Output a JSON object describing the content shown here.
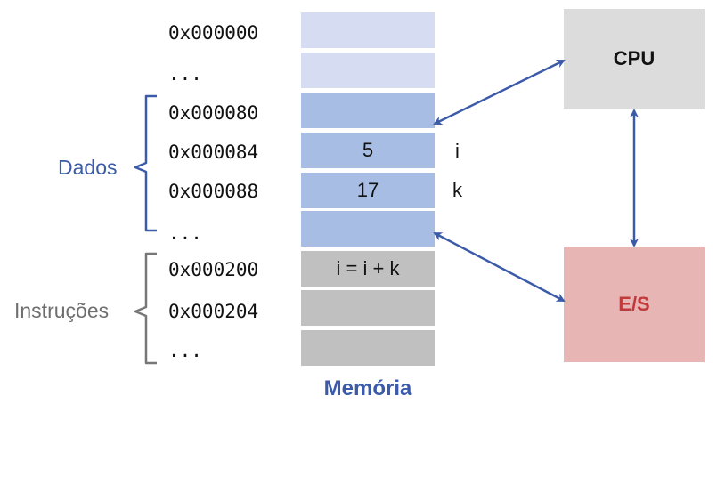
{
  "addresses": [
    "0x000000",
    "...",
    "0x000080",
    "0x000084",
    "0x000088",
    "...",
    "0x000200",
    "0x000204",
    "..."
  ],
  "memory_cells": [
    {
      "value": "",
      "color": "#d6dcf2"
    },
    {
      "value": "",
      "color": "#d6dcf2"
    },
    {
      "value": "",
      "color": "#a8bde3"
    },
    {
      "value": "5",
      "color": "#a8bde3"
    },
    {
      "value": "17",
      "color": "#a8bde3"
    },
    {
      "value": "",
      "color": "#a8bde3"
    },
    {
      "value": "i = i + k",
      "color": "#c0c0c0"
    },
    {
      "value": "",
      "color": "#c0c0c0"
    },
    {
      "value": "",
      "color": "#c0c0c0"
    }
  ],
  "variables": {
    "i": "i",
    "k": "k"
  },
  "memory_label": "Memória",
  "cpu": {
    "label": "CPU",
    "color": "#dcdcdc"
  },
  "io": {
    "label": "E/S",
    "color": "#e8b5b5",
    "text_color": "#c0393b"
  },
  "groups": {
    "data": {
      "label": "Dados",
      "color": "#3b5ba9"
    },
    "instructions": {
      "label": "Instruções",
      "color": "#6f6f6f"
    }
  },
  "arrow_color": "#3b5ba9"
}
